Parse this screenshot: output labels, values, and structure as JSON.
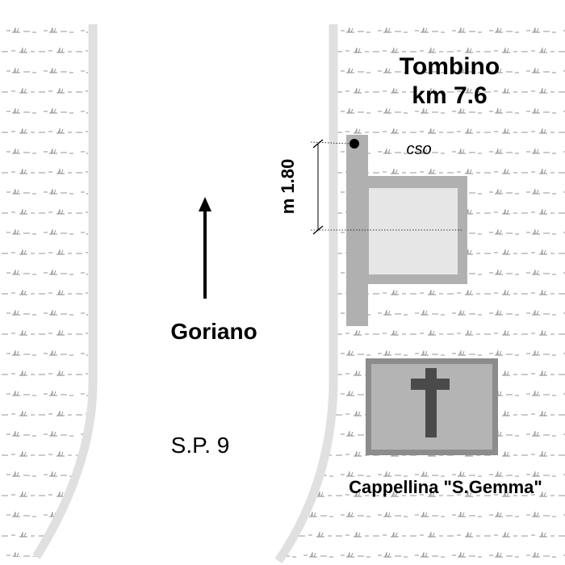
{
  "labels": {
    "title_line1": "Tombino",
    "title_line2": "km 7.6",
    "cso": "cso",
    "measure": "m 1.80",
    "direction": "Goriano",
    "road": "S.P. 9",
    "chapel": "Cappellina \"S.Gemma\""
  },
  "icons": {
    "chapel": "cross-icon",
    "direction": "arrow-up-icon",
    "marker": "dot-marker-icon"
  },
  "colors": {
    "road_edge": "#e0e0e0",
    "outline_gray": "#b0b0b0",
    "fill_light": "#e6e6e6",
    "chapel_outline": "#8c8c8c",
    "chapel_fill": "#b4b4b4",
    "cross": "#4a4a4a",
    "vegetation": "#8a8a8a"
  }
}
